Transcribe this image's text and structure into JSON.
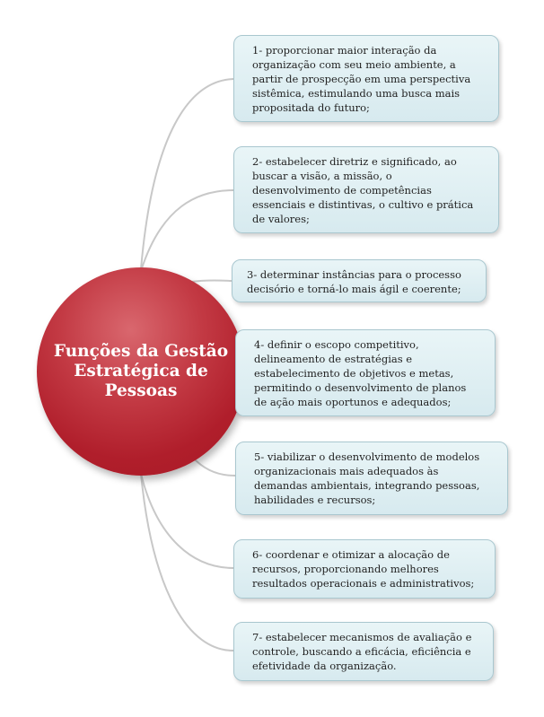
{
  "center": {
    "title": "Funções da Gestão Estratégica de Pessoas",
    "color": "#b01e2b"
  },
  "colors": {
    "node_fill": "#d7eaef",
    "node_border": "#a9c7cf",
    "connector": "#c8c8c8"
  },
  "items": [
    {
      "text": "1- proporcionar maior interação da\norganização com seu meio ambiente, a\npartir  de prospecção em uma perspectiva\nsistêmica, estimulando uma busca mais\npropositada do futuro;"
    },
    {
      "text": "2- estabelecer diretriz e significado, ao\nbuscar a visão, a missão, o\ndesenvolvimento de competências\nessenciais e distintivas, o cultivo e prática\nde valores;"
    },
    {
      "text": "3- determinar  instâncias para o processo\ndecisório e torná-lo mais ágil e coerente;"
    },
    {
      "text": "4- definir  o escopo competitivo,\ndelineamento de estratégias e\nestabelecimento  de objetivos e metas,\npermitindo o desenvolvimento de planos\nde ação mais  oportunos e adequados;"
    },
    {
      "text": "5- viabilizar o desenvolvimento de modelos\norganizacionais mais adequados às\ndemandas ambientais, integrando pessoas,\nhabilidades e recursos;"
    },
    {
      "text": "6- coordenar e otimizar a alocação de\nrecursos, proporcionando melhores\nresultados operacionais e administrativos;"
    },
    {
      "text": "7- estabelecer mecanismos de avaliação e\ncontrole, buscando a eficácia,  eficiência e\nefetividade da organização."
    }
  ]
}
